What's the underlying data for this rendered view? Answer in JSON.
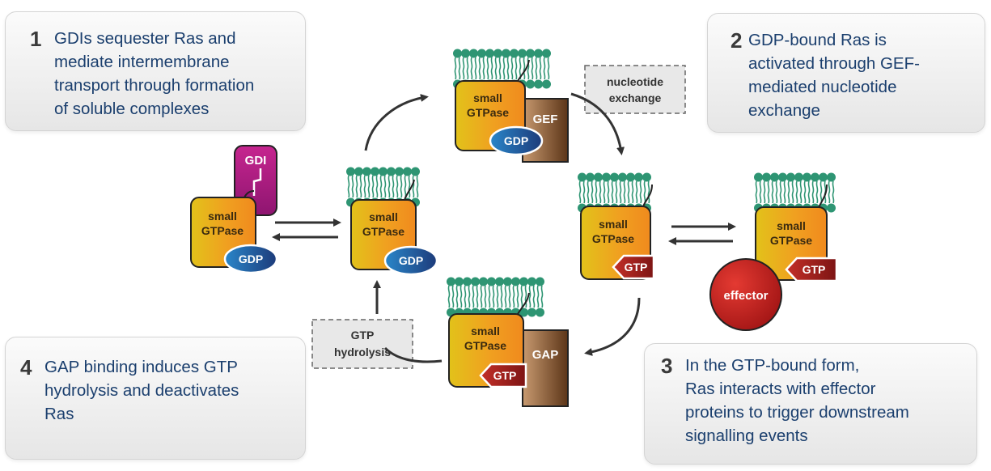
{
  "steps": [
    {
      "number": "1",
      "lines": [
        "GDIs sequester Ras and",
        "mediate intermembrane",
        "transport through formation",
        "of soluble complexes"
      ]
    },
    {
      "number": "2",
      "lines": [
        "GDP-bound Ras is",
        "activated through GEF-",
        "mediated nucleotide",
        "exchange"
      ]
    },
    {
      "number": "3",
      "lines": [
        "In the GTP-bound form,",
        "Ras interacts with effector",
        "proteins to trigger downstream",
        "signalling events"
      ]
    },
    {
      "number": "4",
      "lines": [
        "GAP binding induces GTP",
        "hydrolysis and deactivates",
        "Ras"
      ]
    }
  ],
  "gtpase_label": [
    "small",
    "GTPase"
  ],
  "nucleotides": {
    "gdp": "GDP",
    "gtp": "GTP"
  },
  "partners": {
    "gdi": "GDI",
    "gef": "GEF",
    "gap": "GAP",
    "effector": "effector"
  },
  "events": {
    "exchange": [
      "nucleotide",
      "exchange"
    ],
    "hydrolysis": [
      "GTP",
      "hydrolysis"
    ]
  },
  "colors": {
    "callout_text": "#1b3f6e",
    "membrane": "#2e9573",
    "gtpase_yellow": "#e2c21a",
    "gtpase_orange": "#f08a1e",
    "gdp_blue": "#1f72b8",
    "gtp_red": "#a41c1c",
    "gdi_magenta": "#b51c8c",
    "gef_brown": "#8a5a34",
    "effector_red": "#cc2222"
  }
}
